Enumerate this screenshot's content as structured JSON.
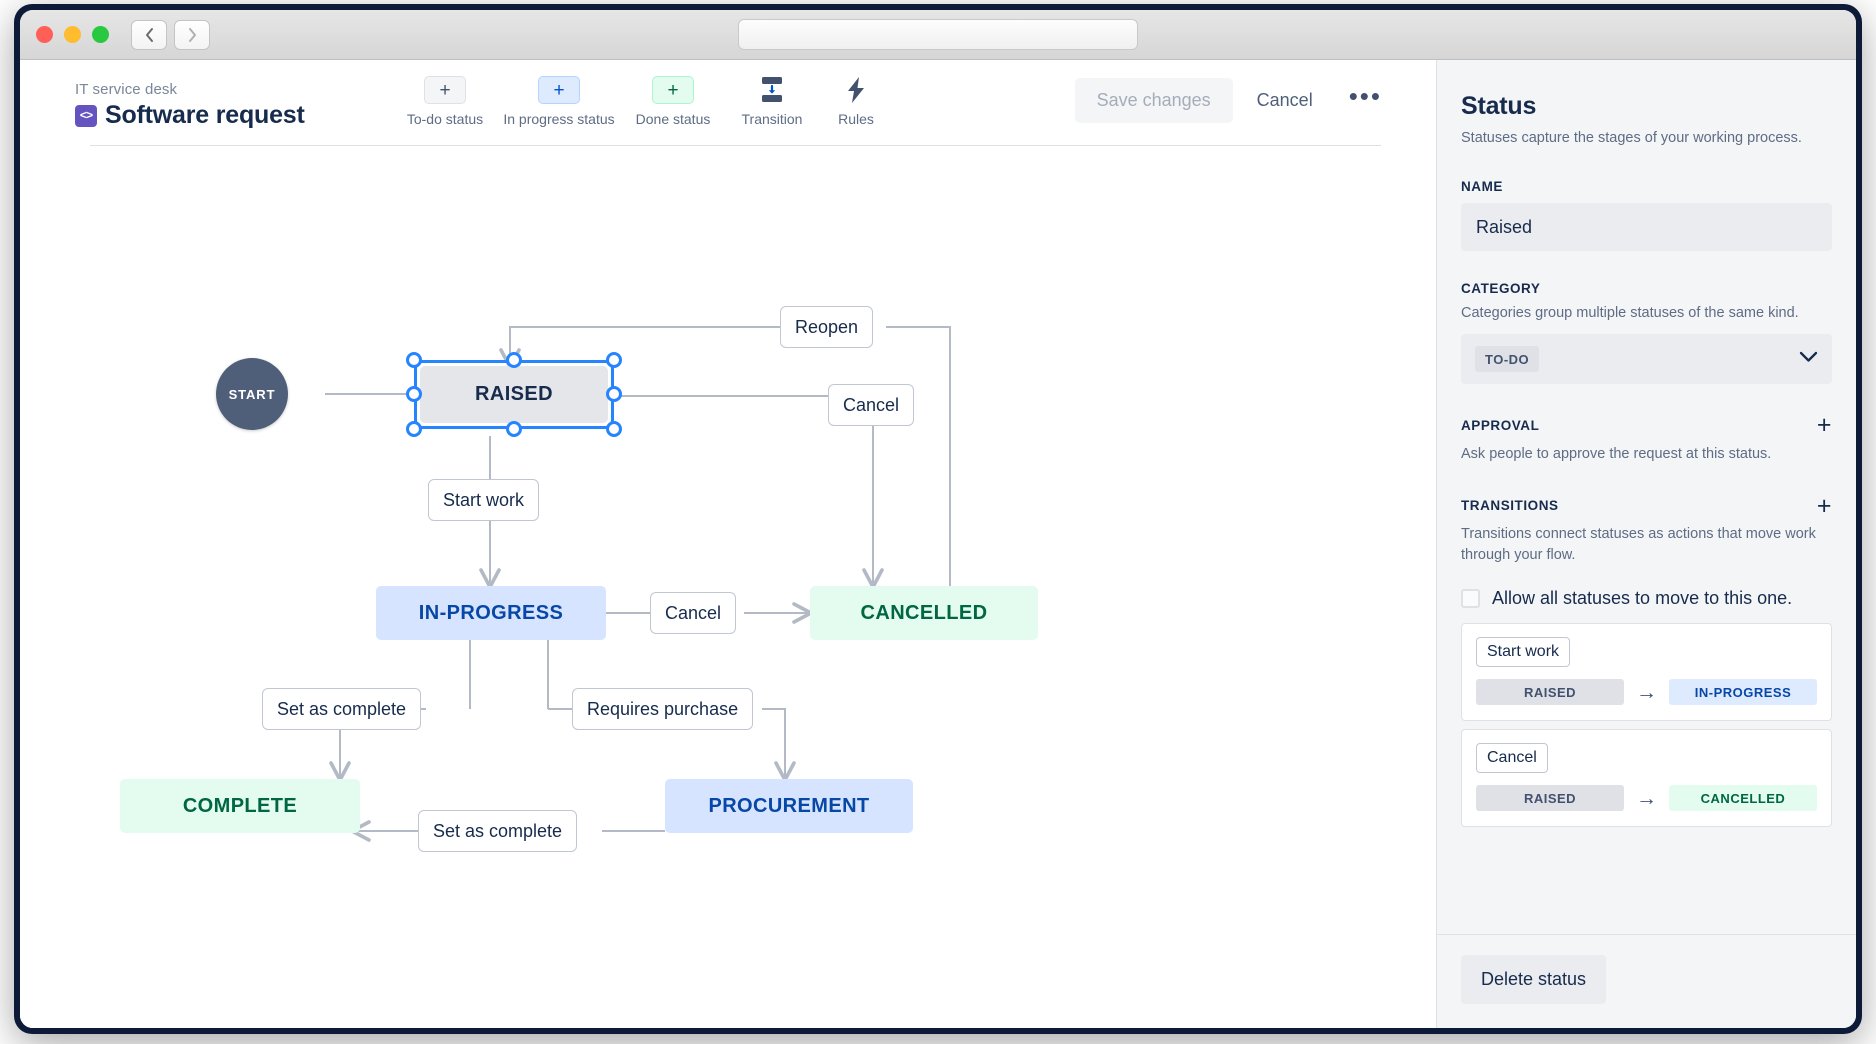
{
  "window": {
    "traffic_lights": [
      "close",
      "minimize",
      "maximize"
    ],
    "back_label": "back",
    "forward_label": "forward",
    "address_value": ""
  },
  "header": {
    "breadcrumb": "IT service desk",
    "project_icon": "<>",
    "title": "Software request"
  },
  "toolbar": {
    "items": [
      {
        "icon": "plus-icon",
        "label": "To-do status",
        "variant": "todo"
      },
      {
        "icon": "plus-icon",
        "label": "In progress status",
        "variant": "inprog"
      },
      {
        "icon": "plus-icon",
        "label": "Done status",
        "variant": "done"
      },
      {
        "icon": "transition-icon",
        "label": "Transition"
      },
      {
        "icon": "lightning-icon",
        "label": "Rules"
      }
    ],
    "save_label": "Save changes",
    "cancel_label": "Cancel",
    "more_label": "•••"
  },
  "diagram": {
    "nodes": [
      {
        "id": "start",
        "label": "START",
        "kind": "start"
      },
      {
        "id": "raised",
        "label": "RAISED",
        "kind": "todo",
        "selected": true
      },
      {
        "id": "inprogress",
        "label": "IN-PROGRESS",
        "kind": "inprog"
      },
      {
        "id": "cancelled",
        "label": "CANCELLED",
        "kind": "done"
      },
      {
        "id": "complete",
        "label": "COMPLETE",
        "kind": "done"
      },
      {
        "id": "procurement",
        "label": "PROCUREMENT",
        "kind": "inprog"
      }
    ],
    "edge_labels": [
      {
        "id": "reopen",
        "label": "Reopen"
      },
      {
        "id": "cancel-raised",
        "label": "Cancel"
      },
      {
        "id": "start-work",
        "label": "Start work"
      },
      {
        "id": "cancel-inprogress",
        "label": "Cancel"
      },
      {
        "id": "set-complete-1",
        "label": "Set as complete"
      },
      {
        "id": "requires-purchase",
        "label": "Requires purchase"
      },
      {
        "id": "set-complete-2",
        "label": "Set as complete"
      }
    ]
  },
  "panel": {
    "heading": "Status",
    "subheading": "Statuses capture the stages of your working process.",
    "name_label": "NAME",
    "name_value": "Raised",
    "category_label": "CATEGORY",
    "category_helper": "Categories group multiple statuses of the same kind.",
    "category_value": "TO-DO",
    "approval_label": "APPROVAL",
    "approval_helper": "Ask people to approve the request at this status.",
    "approval_add": "+",
    "transitions_label": "TRANSITIONS",
    "transitions_helper": "Transitions connect statuses as actions that move work through your flow.",
    "transitions_add": "+",
    "allow_all_label": "Allow all statuses to move to this one.",
    "allow_all_checked": false,
    "transitions": [
      {
        "name": "Start work",
        "from": "RAISED",
        "from_kind": "todo",
        "arrow": "→",
        "to": "IN-PROGRESS",
        "to_kind": "inprog"
      },
      {
        "name": "Cancel",
        "from": "RAISED",
        "from_kind": "todo",
        "arrow": "→",
        "to": "CANCELLED",
        "to_kind": "done"
      }
    ],
    "delete_label": "Delete status"
  },
  "colors": {
    "selection": "#2684ff",
    "todo_bg": "#e4e6ea",
    "inprogress_bg": "#d6e4ff",
    "done_bg": "#e3fcef",
    "brand_purple": "#6554c0",
    "text_dark": "#172b4d",
    "text_muted": "#5e6c84"
  }
}
